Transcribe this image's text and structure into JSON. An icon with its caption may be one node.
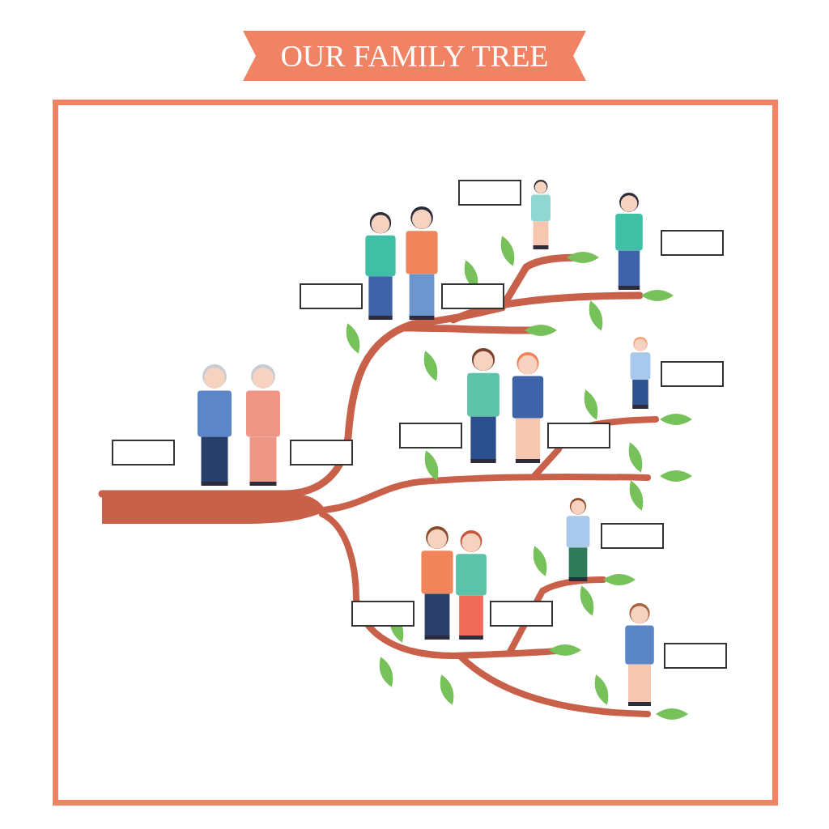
{
  "diagram": {
    "title": "OUR FAMILY TREE",
    "nodes": [
      {
        "text": [],
        "shape": "box"
      },
      {
        "text": [],
        "shape": "box"
      },
      {
        "text": [],
        "shape": "box"
      },
      {
        "text": [],
        "shape": "box"
      },
      {
        "text": [],
        "shape": "box"
      },
      {
        "text": [],
        "shape": "box"
      },
      {
        "text": [],
        "shape": "box"
      },
      {
        "text": [],
        "shape": "box"
      },
      {
        "text": [],
        "shape": "box"
      },
      {
        "text": [],
        "shape": "box"
      },
      {
        "text": [],
        "shape": "box"
      },
      {
        "text": [],
        "shape": "box"
      },
      {
        "text": [],
        "shape": "box"
      }
    ]
  }
}
